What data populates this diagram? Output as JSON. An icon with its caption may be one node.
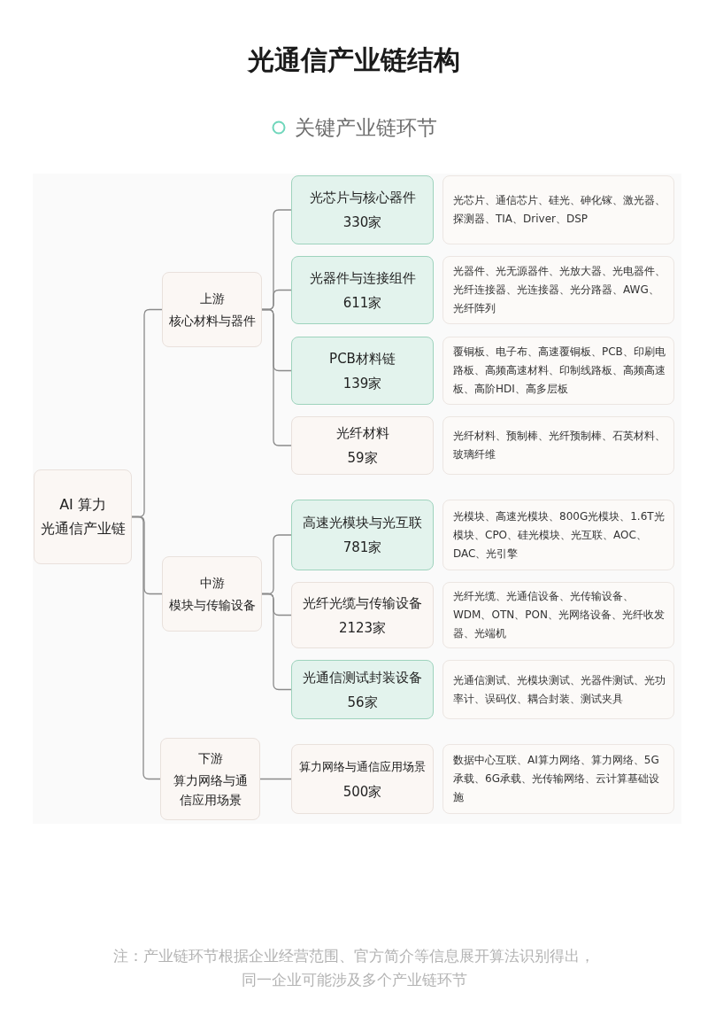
{
  "diagram": {
    "title": "光通信产业链结构",
    "nodes": [
      {
        "text": [
          "AI 算力",
          "光通信产业链"
        ]
      },
      {
        "text": [
          "上游",
          "核心材料与器件"
        ]
      },
      {
        "text": [
          "光芯片与核心器件",
          "330家"
        ]
      },
      {
        "text": [
          "光芯片、通信芯片、硅光、砷化镓、激光器、探测器、TIA、Driver、DSP"
        ]
      },
      {
        "text": [
          "光器件与连接组件",
          "611家"
        ]
      },
      {
        "text": [
          "光器件、光无源器件、光放大器、光电器件、光纤连接器、光连接器、光分路器、AWG、光纤阵列"
        ]
      },
      {
        "text": [
          "PCB材料链",
          "139家"
        ]
      },
      {
        "text": [
          "覆铜板、电子布、高速覆铜板、PCB、印刷电路板、高频高速材料、印制线路板、高频高速板、高阶HDI、高多层板"
        ]
      },
      {
        "text": [
          "光纤材料",
          "59家"
        ]
      },
      {
        "text": [
          "光纤材料、预制棒、光纤预制棒、石英材料、玻璃纤维"
        ]
      },
      {
        "text": [
          "中游",
          "模块与传输设备"
        ]
      },
      {
        "text": [
          "高速光模块与光互联",
          "781家"
        ]
      },
      {
        "text": [
          "光模块、高速光模块、800G光模块、1.6T光模块、CPO、硅光模块、光互联、AOC、DAC、光引擎"
        ]
      },
      {
        "text": [
          "光纤光缆与传输设备",
          "2123家"
        ]
      },
      {
        "text": [
          "光纤光缆、光通信设备、光传输设备、WDM、OTN、PON、光网络设备、光纤收发器、光端机"
        ]
      },
      {
        "text": [
          "光通信测试封装设备",
          "56家"
        ]
      },
      {
        "text": [
          "光通信测试、光模块测试、光器件测试、光功率计、误码仪、耦合封装、测试夹具"
        ]
      },
      {
        "text": [
          "下游",
          "算力网络与通信应用场景"
        ]
      },
      {
        "text": [
          "算力网络与通信应用场景",
          "500家"
        ]
      },
      {
        "text": [
          "数据中心互联、AI算力网络、算力网络、5G承载、6G承载、光传输网络、云计算基础设施"
        ]
      }
    ],
    "edges": [
      {
        "from": 0,
        "to": 1,
        "arrow": "none"
      },
      {
        "from": 0,
        "to": 10,
        "arrow": "none"
      },
      {
        "from": 0,
        "to": 17,
        "arrow": "none"
      },
      {
        "from": 1,
        "to": 2,
        "arrow": "none"
      },
      {
        "from": 1,
        "to": 4,
        "arrow": "none"
      },
      {
        "from": 1,
        "to": 6,
        "arrow": "none"
      },
      {
        "from": 1,
        "to": 8,
        "arrow": "none"
      },
      {
        "from": 10,
        "to": 11,
        "arrow": "none"
      },
      {
        "from": 10,
        "to": 13,
        "arrow": "none"
      },
      {
        "from": 10,
        "to": 15,
        "arrow": "none"
      },
      {
        "from": 17,
        "to": 18,
        "arrow": "none"
      }
    ],
    "labels": [
      "关键产业链环节",
      "注：产业链环节根据企业经营范围、官方简介等信息展开算法识别得出，同一企业可能涉及多个产业链环节"
    ]
  }
}
